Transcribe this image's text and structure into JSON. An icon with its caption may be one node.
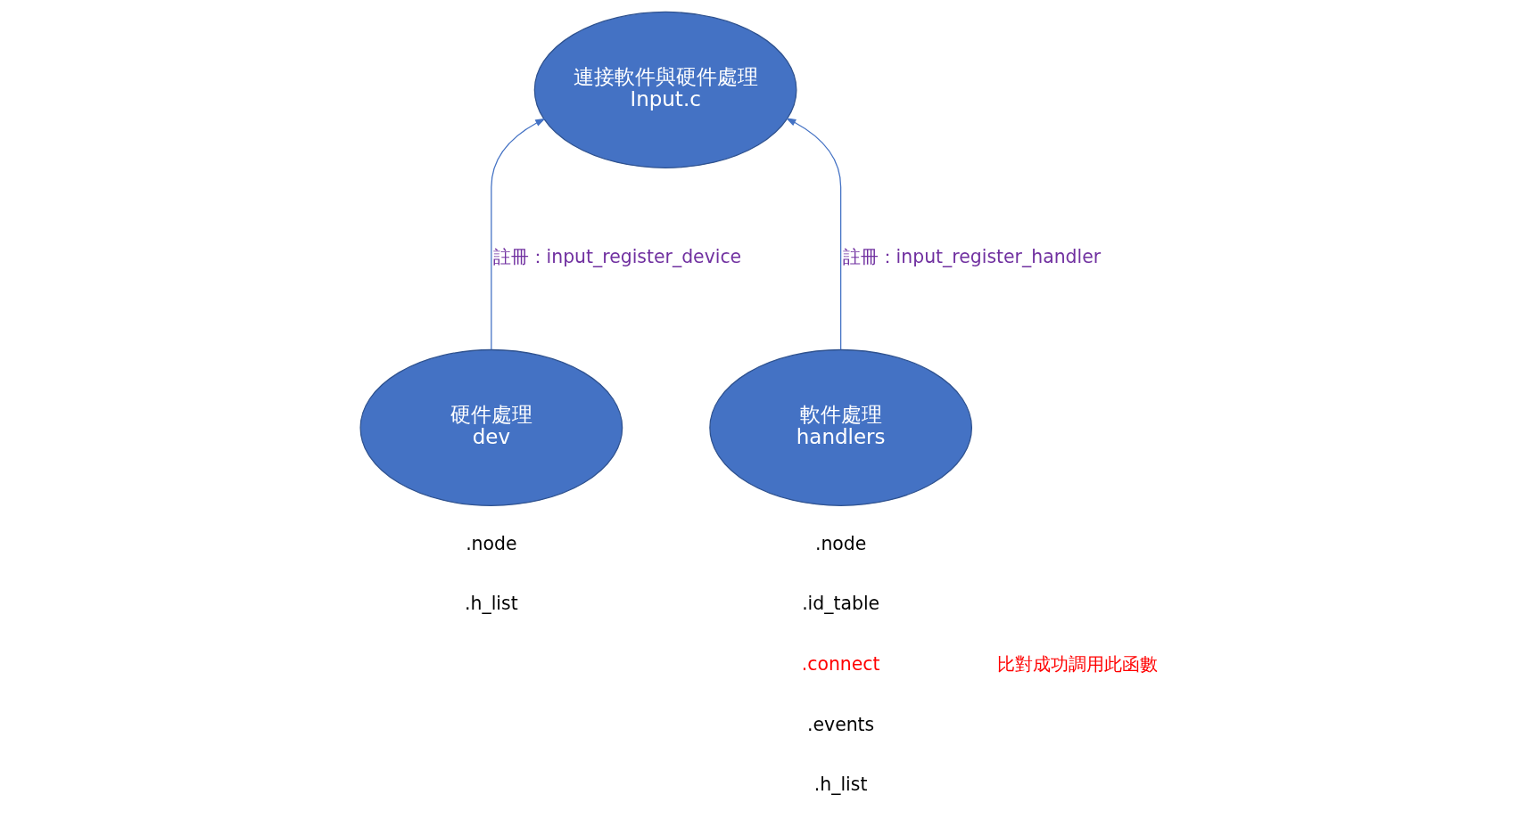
{
  "diagram": {
    "nodes": [
      {
        "text": [
          "連接軟件與硬件處理",
          "Input.c"
        ]
      },
      {
        "text": [
          "硬件處理",
          "dev"
        ]
      },
      {
        "text": [
          "軟件處理",
          "handlers"
        ]
      }
    ],
    "edges": [
      {
        "from": 1,
        "to": 0,
        "arrow": "to",
        "label": "註冊：input_register_device"
      },
      {
        "from": 2,
        "to": 0,
        "arrow": "to",
        "label": "註冊：input_register_handler"
      }
    ],
    "labels": [
      ".node",
      ".h_list",
      ".node",
      ".id_table",
      ".connect",
      "比對成功調用此函數",
      ".events",
      ".h_list"
    ]
  }
}
